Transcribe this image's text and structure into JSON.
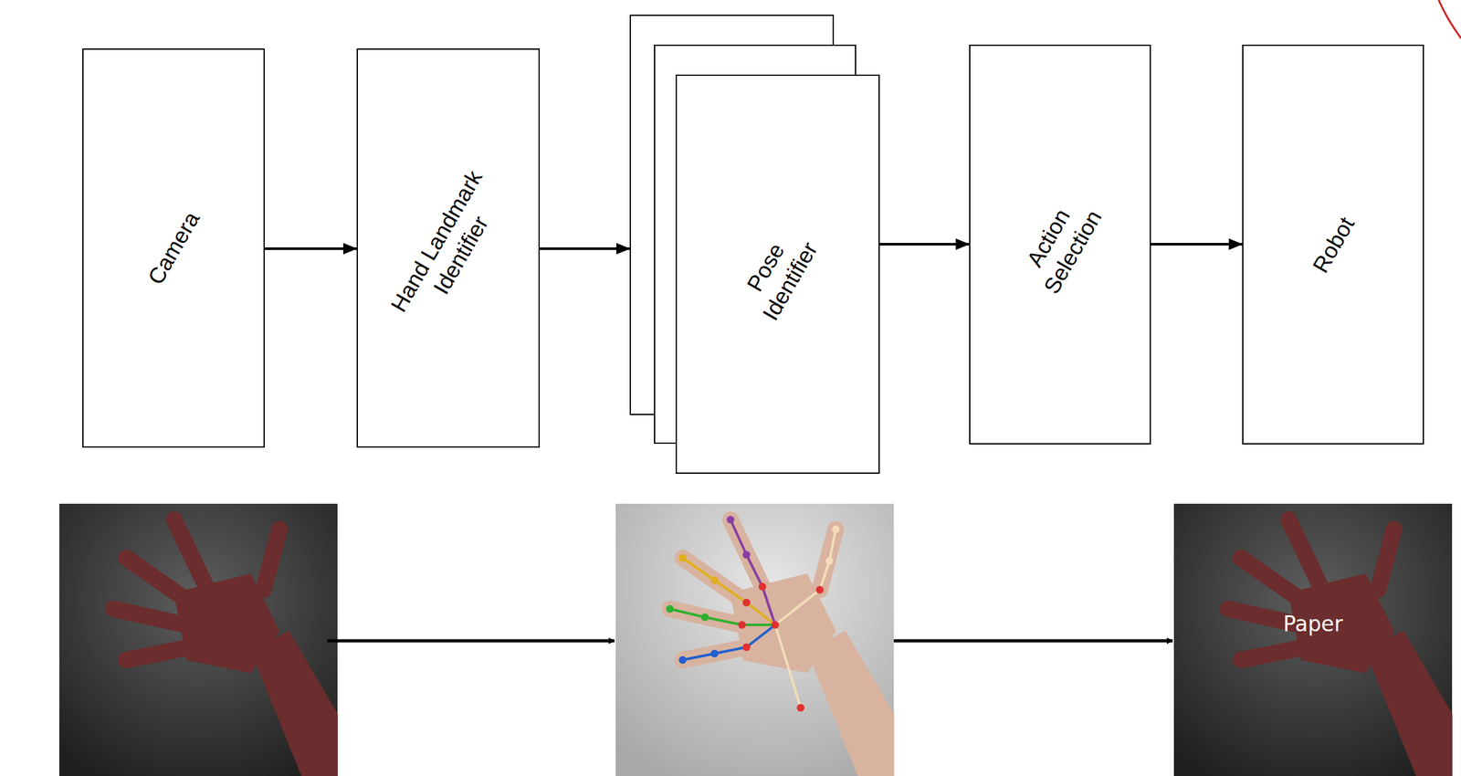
{
  "diagram": {
    "nodes": [
      {
        "text": [
          "Camera"
        ]
      },
      {
        "text": [
          "Hand Landmark Identifier"
        ]
      },
      {
        "text": [
          "Pose Identifier"
        ]
      },
      {
        "text": [
          "Action Selection"
        ]
      },
      {
        "text": [
          "Robot"
        ]
      }
    ],
    "edges": [
      {
        "from": 0,
        "to": 1,
        "arrow": "to"
      },
      {
        "from": 1,
        "to": 2,
        "arrow": "to"
      },
      {
        "from": 2,
        "to": 3,
        "arrow": "to"
      },
      {
        "from": 3,
        "to": 4,
        "arrow": "to"
      }
    ],
    "labels": [
      "Paper"
    ]
  }
}
